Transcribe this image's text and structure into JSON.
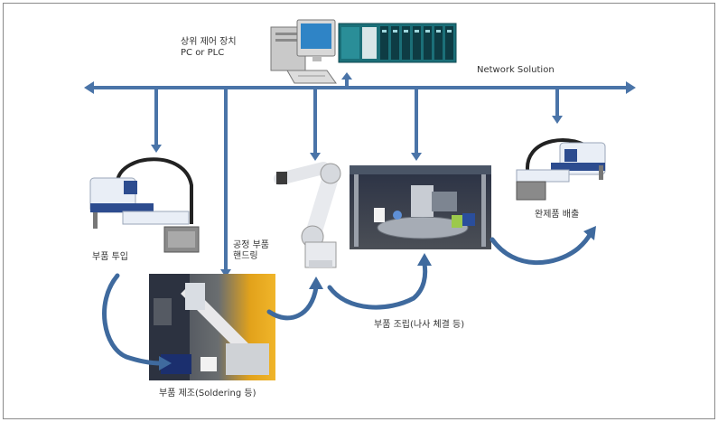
{
  "labels": {
    "controller_line1": "상위 제어 장치",
    "controller_line2": "PC or PLC",
    "network": "Network Solution",
    "part_input": "부품 투입",
    "handling_line1": "공정 부품",
    "handling_line2": "핸드링",
    "manufacturing": "부품 제조(Soldering 등)",
    "assembly": "부품 조립(나사 체결 등)",
    "output": "완제품 배출"
  },
  "colors": {
    "arrow": "#3f6a9e",
    "bus": "#4a74a8",
    "frame": "#7d7d7d",
    "robot_body": "#e9eef6",
    "robot_blue": "#2d4c8f"
  },
  "icons": [
    "pc-icon",
    "plc-icon",
    "scara-robot-icon",
    "articulated-robot-icon"
  ]
}
